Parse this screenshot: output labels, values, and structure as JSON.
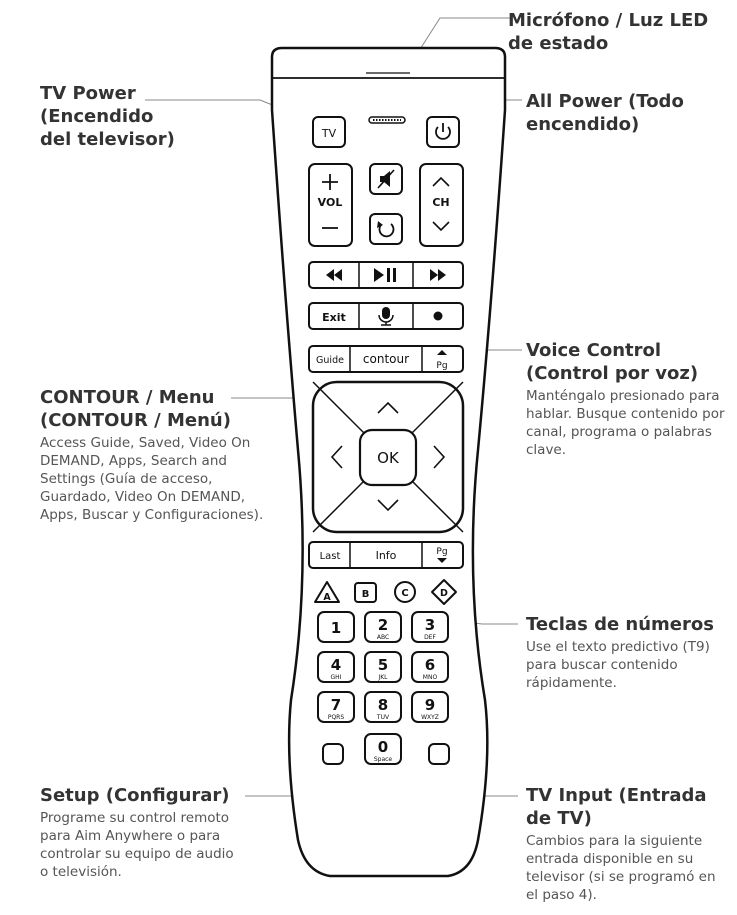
{
  "callouts": {
    "mic": {
      "title": "Micrófono / Luz LED de estado"
    },
    "tv_power": {
      "title": "TV Power (Encendido del televisor)"
    },
    "all_power": {
      "title": "All Power (Todo encendido)"
    },
    "voice": {
      "title": "Voice Control (Control por voz)",
      "desc": "Manténgalo presionado para hablar. Busque contenido por canal, programa o palabras clave."
    },
    "contour": {
      "title": "CONTOUR / Menu (CONTOUR / Menú)",
      "desc": "Access Guide, Saved, Video On DEMAND, Apps, Search and Settings (Guía de acceso, Guardado, Video On DEMAND, Apps, Buscar y Configuraciones)."
    },
    "numbers": {
      "title": "Teclas de números",
      "desc": "Use el texto predictivo (T9) para buscar contenido rápidamente."
    },
    "setup": {
      "title": "Setup (Configurar)",
      "desc": "Programe su control remoto para Aim Anywhere o para controlar su equipo de audio o televisión."
    },
    "tv_input": {
      "title": "TV Input (Entrada de TV)",
      "desc": "Cambios para la siguiente entrada disponible en su televisor (si se programó en el paso 4)."
    }
  },
  "keys": {
    "tv": "TV",
    "vol": "VOL",
    "ch": "CH",
    "exit": "Exit",
    "guide": "Guide",
    "contour": "contour",
    "pg": "Pg",
    "ok": "OK",
    "last": "Last",
    "info": "Info",
    "a": "A",
    "b": "B",
    "c": "C",
    "d": "D",
    "numbers": [
      {
        "n": "1",
        "l": ""
      },
      {
        "n": "2",
        "l": "ABC"
      },
      {
        "n": "3",
        "l": "DEF"
      },
      {
        "n": "4",
        "l": "GHI"
      },
      {
        "n": "5",
        "l": "JKL"
      },
      {
        "n": "6",
        "l": "MNO"
      },
      {
        "n": "7",
        "l": "PQRS"
      },
      {
        "n": "8",
        "l": "TUV"
      },
      {
        "n": "9",
        "l": "WXYZ"
      },
      {
        "n": "0",
        "l": "Space"
      }
    ]
  }
}
